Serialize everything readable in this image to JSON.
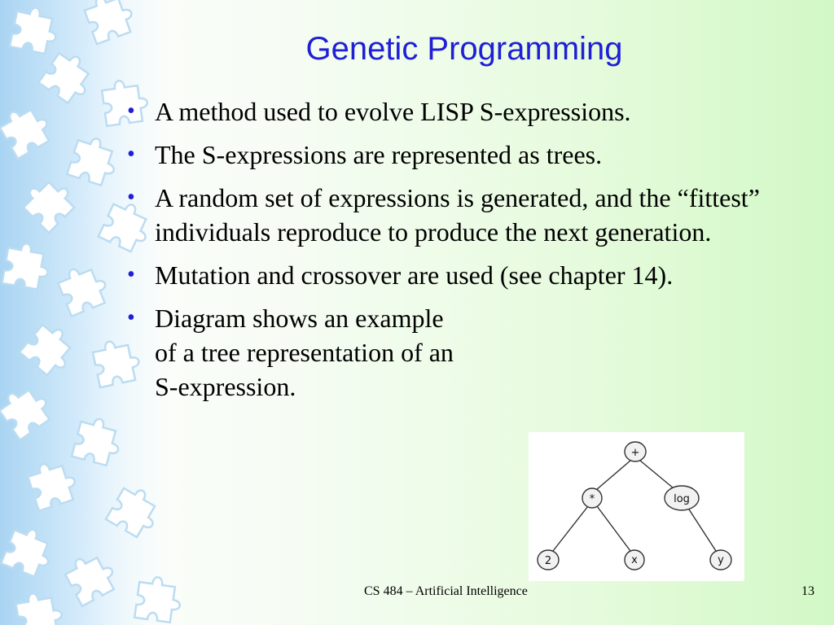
{
  "slide": {
    "title": "Genetic Programming",
    "bullets": [
      "A method used to evolve LISP S-expressions.",
      "The S-expressions are represented as trees.",
      "A random set of expressions is generated, and the “fittest” individuals reproduce to produce the next generation.",
      "Mutation and crossover are used (see chapter 14).",
      "Diagram shows an example\nof a tree representation of an\nS-expression."
    ],
    "bullet_symbol": "•",
    "footer": "CS 484 – Artificial Intelligence",
    "page_number": "13"
  },
  "tree": {
    "root": "+",
    "left_child": "*",
    "right_child": "log",
    "left_left": "2",
    "left_right": "x",
    "right_leaf": "y"
  },
  "colors": {
    "title": "#1f1fd6",
    "bullet": "#1f1fd6",
    "puzzle_fill": "#ffffff",
    "puzzle_edge": "#b9dcf2",
    "background_right": "#d2f8c6"
  }
}
